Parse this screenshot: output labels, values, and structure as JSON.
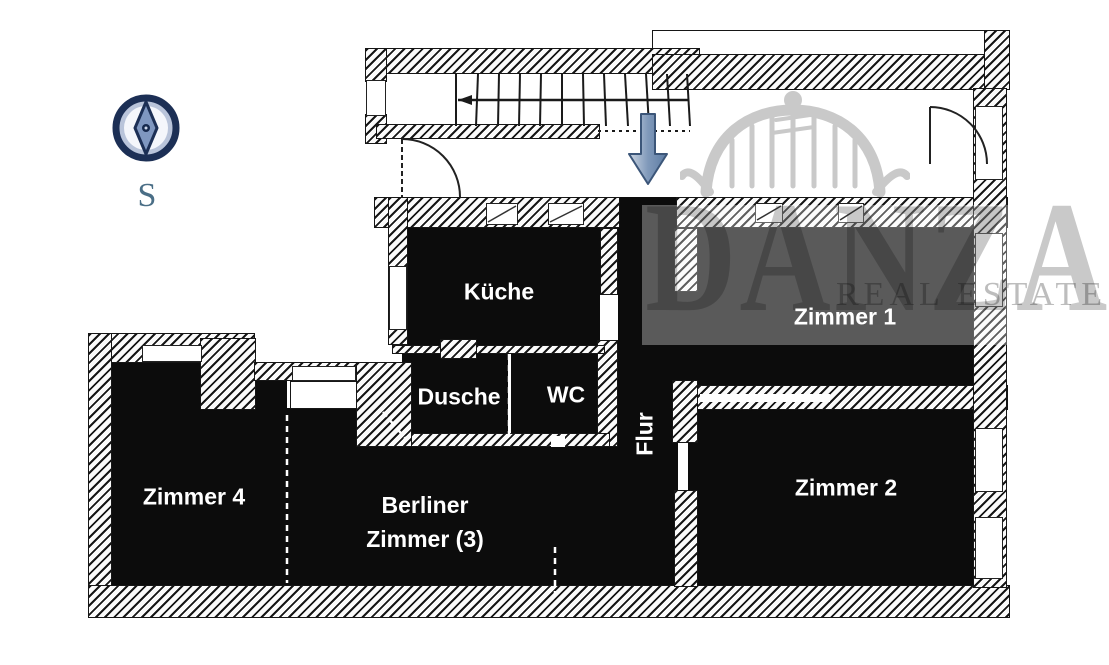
{
  "title": "Apartment floor plan",
  "compass": {
    "label": "S",
    "icon": "compass-icon"
  },
  "entrance": {
    "icon": "down-arrow-icon"
  },
  "watermark": {
    "brand": "DANZA",
    "tagline": "REAL ESTATE",
    "logo": "dome-icon"
  },
  "rooms": {
    "kueche": {
      "label": "Küche"
    },
    "dusche": {
      "label": "Dusche"
    },
    "wc": {
      "label": "WC"
    },
    "flur": {
      "label": "Flur"
    },
    "zimmer1": {
      "label": "Zimmer 1"
    },
    "zimmer2": {
      "label": "Zimmer 2"
    },
    "zimmer4": {
      "label": "Zimmer 4"
    },
    "berliner": {
      "label_line1": "Berliner",
      "label_line2": "Zimmer (3)"
    }
  },
  "colors": {
    "room_fill": "#0c0c0c",
    "wall_line": "#161616",
    "label_text": "#ffffff",
    "arrow_fill": "#8099ba",
    "arrow_border": "#3c5679",
    "compass_ring": "#1c2f55",
    "compass_band": "#b9c4da",
    "compass_needle": "#7f97c0",
    "compass_label": "#4a6e86",
    "watermark_gray": "#c9c9c9"
  }
}
